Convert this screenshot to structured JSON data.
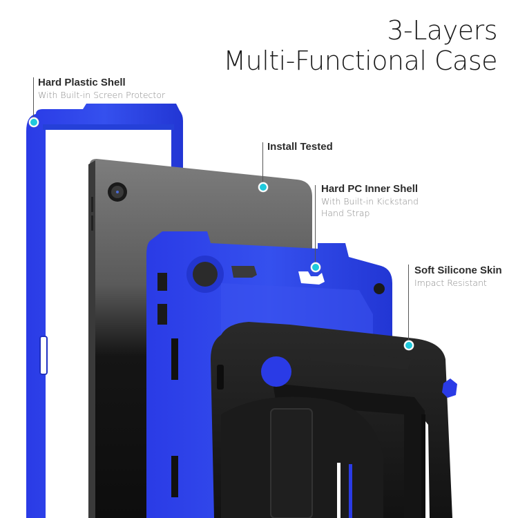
{
  "title": {
    "line1": "3-Layers",
    "line2": "Multi-Functional Case"
  },
  "callouts": [
    {
      "id": "hard-plastic-shell",
      "heading": "Hard Plastic Shell",
      "sub": [
        "With Built-in Screen Protector"
      ]
    },
    {
      "id": "install-tested",
      "heading": "Install Tested",
      "sub": []
    },
    {
      "id": "hard-pc-inner-shell",
      "heading": "Hard PC Inner Shell",
      "sub": [
        "With Built-in Kickstand",
        "Hand Strap"
      ]
    },
    {
      "id": "soft-silicone-skin",
      "heading": "Soft Silicone Skin",
      "sub": [
        "Impact Resistant"
      ]
    }
  ],
  "colors": {
    "case_blue": "#2b3fe0",
    "case_blue_dark": "#1d2cb8",
    "tablet_gray": "#7a7a7a",
    "silicone_black": "#1c1c1c",
    "marker_cyan": "#1fc9dc",
    "heading_text": "#2b2b2b",
    "sub_text": "#8a8a8a"
  }
}
